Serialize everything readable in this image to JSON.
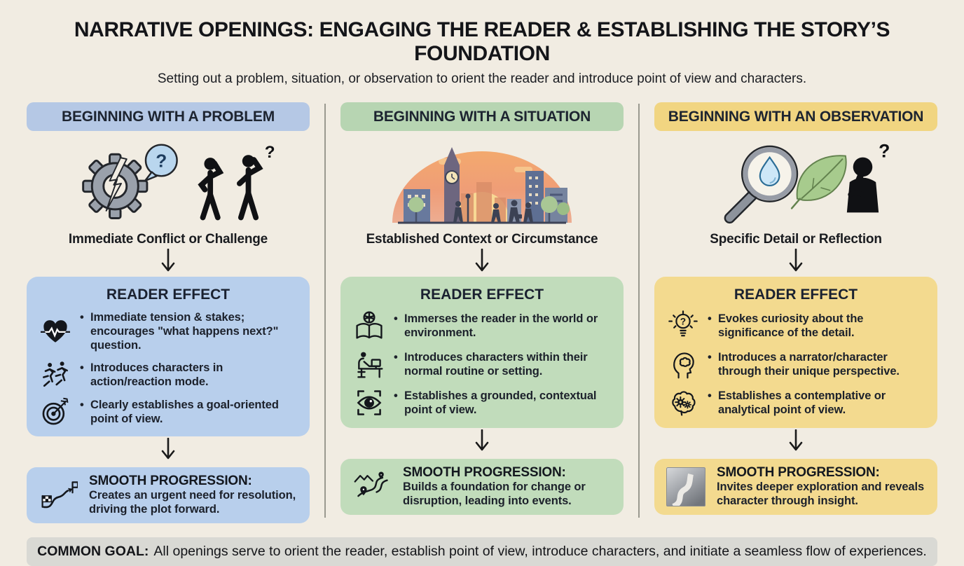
{
  "header": {
    "title": "NARRATIVE OPENINGS: ENGAGING THE READER & ESTABLISHING THE STORY’S FOUNDATION",
    "subtitle": "Setting out a problem, situation, or observation to orient the reader and introduce point of view and characters."
  },
  "colors": {
    "background": "#f1ece2",
    "blue_header": "#b5c8e5",
    "blue_box": "#b8cfec",
    "green_header": "#b7d5b2",
    "green_box": "#c1dcbb",
    "yellow_header": "#f1d581",
    "yellow_box": "#f3da8f",
    "footer_bar": "#d9d9d4",
    "divider": "#9a998f",
    "text": "#17191d"
  },
  "columns": [
    {
      "header": "BEGINNING WITH A PROBLEM",
      "illustration": "broken-gear-with-question-bubble-and-confused-figures",
      "caption": "Immediate Conflict or Challenge",
      "reader_effect": {
        "title": "READER EFFECT",
        "bullets": [
          {
            "icon": "heartbeat-icon",
            "text": "Immediate tension & stakes; encourages \"what happens next?\" question."
          },
          {
            "icon": "running-characters-icon",
            "text": "Introduces characters in action/reaction mode."
          },
          {
            "icon": "goal-target-icon",
            "text": "Clearly establishes a goal-oriented point of view."
          }
        ]
      },
      "progression": {
        "icon": "race-route-flags-icon",
        "label": "SMOOTH PROGRESSION:",
        "text": "Creates an urgent need for resolution, driving the plot forward."
      }
    },
    {
      "header": "BEGINNING WITH A SITUATION",
      "illustration": "city-sunset-scene-with-clock-tower-and-pedestrians",
      "caption": "Established Context or Circumstance",
      "reader_effect": {
        "title": "READER EFFECT",
        "bullets": [
          {
            "icon": "book-globe-icon",
            "text": "Immerses the reader in the world or environment."
          },
          {
            "icon": "person-at-desk-icon",
            "text": "Introduces characters within their normal routine or setting."
          },
          {
            "icon": "eye-frame-icon",
            "text": "Establishes a grounded, contextual point of view."
          }
        ]
      },
      "progression": {
        "icon": "journey-route-pins-icon",
        "label": "SMOOTH PROGRESSION:",
        "text": "Builds a foundation for change or disruption, leading into events."
      }
    },
    {
      "header": "BEGINNING WITH AN OBSERVATION",
      "illustration": "magnifying-glass-droplet-leaf-and-thinking-figure",
      "caption": "Specific Detail or Reflection",
      "reader_effect": {
        "title": "READER EFFECT",
        "bullets": [
          {
            "icon": "idea-bulb-question-icon",
            "text": "Evokes curiosity about the significance of the detail."
          },
          {
            "icon": "head-brain-icon",
            "text": "Introduces a narrator/character through their unique perspective."
          },
          {
            "icon": "brain-gears-icon",
            "text": "Establishes a contemplative or analytical point of view."
          }
        ]
      },
      "progression": {
        "icon": "misty-path-photo",
        "label": "SMOOTH PROGRESSION:",
        "text": "Invites deeper exploration and reveals character through insight."
      }
    }
  ],
  "footer": {
    "label": "COMMON GOAL:",
    "text": "All openings serve to orient the reader, establish point of view, introduce characters, and initiate a seamless flow of experiences."
  }
}
